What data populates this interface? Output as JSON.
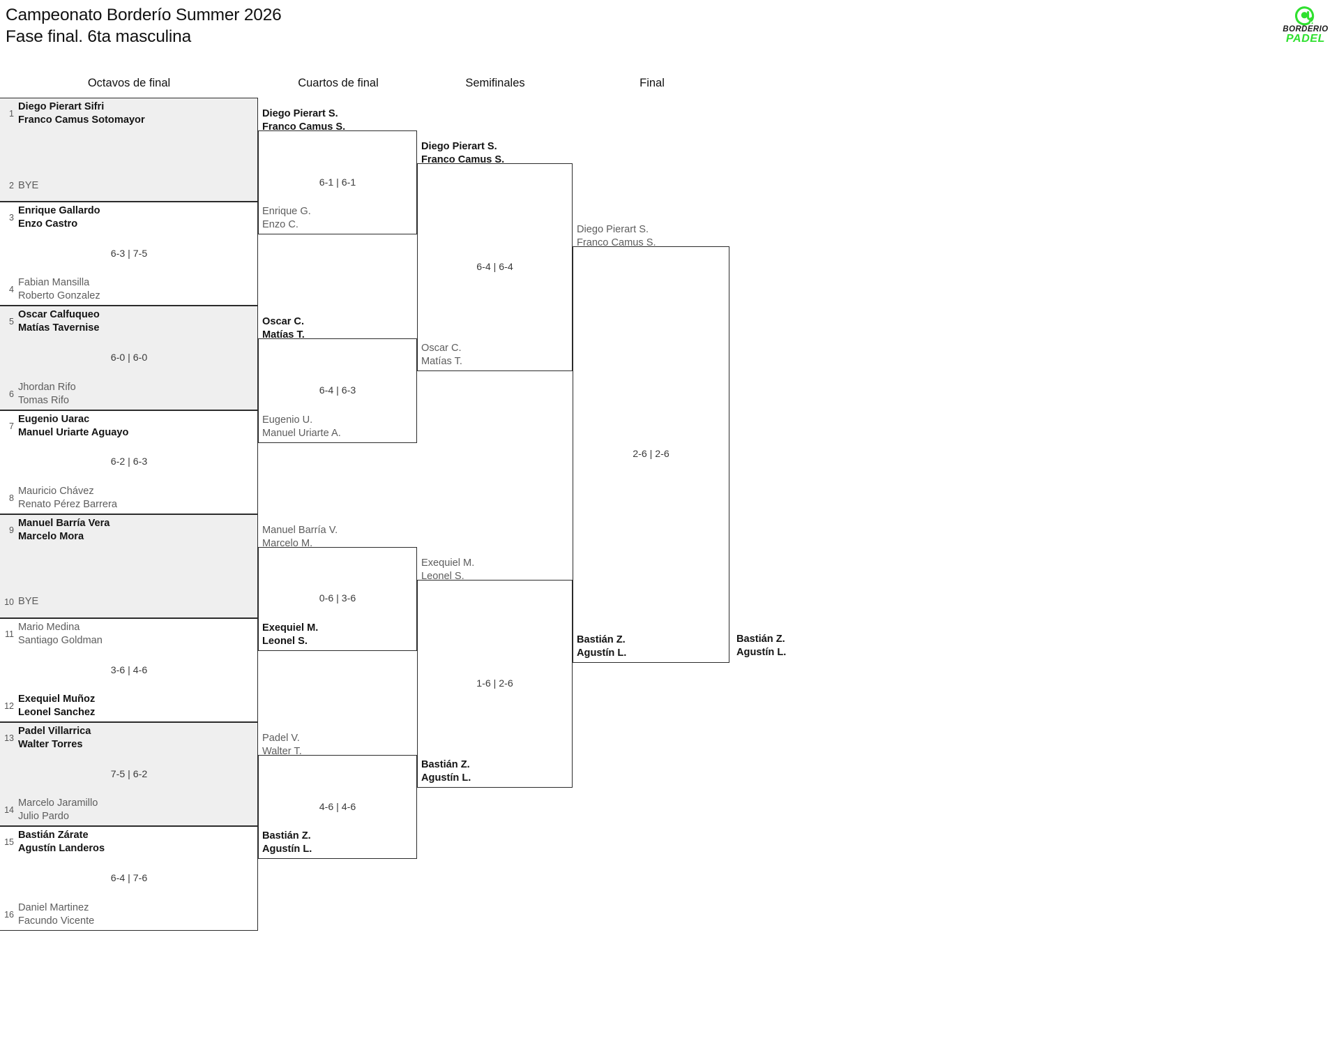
{
  "header": {
    "title_line1": "Campeonato Borderío Summer 2026",
    "title_line2": "Fase final. 6ta masculina",
    "logo": {
      "brand": "BORDERIO",
      "sub": "PADEL",
      "mark": "at-sign-circle-icon",
      "accent": "#2fe02f"
    }
  },
  "rounds": [
    {
      "label": "Octavos de final"
    },
    {
      "label": "Cuartos de final"
    },
    {
      "label": "Semifinales"
    },
    {
      "label": "Final"
    }
  ],
  "round1": [
    {
      "shade": true,
      "score": "",
      "top": {
        "seed": "1",
        "p1": "Diego Pierart Sifri",
        "p2": "Franco Camus Sotomayor",
        "status": "win"
      },
      "bot": {
        "seed": "2",
        "p1": "BYE",
        "p2": "",
        "status": "bye"
      }
    },
    {
      "shade": false,
      "score": "6-3 | 7-5",
      "top": {
        "seed": "3",
        "p1": "Enrique Gallardo",
        "p2": "Enzo Castro",
        "status": "win"
      },
      "bot": {
        "seed": "4",
        "p1": "Fabian Mansilla",
        "p2": "Roberto Gonzalez",
        "status": "lose"
      }
    },
    {
      "shade": true,
      "score": "6-0 | 6-0",
      "top": {
        "seed": "5",
        "p1": "Oscar Calfuqueo",
        "p2": "Matías Tavernise",
        "status": "win"
      },
      "bot": {
        "seed": "6",
        "p1": "Jhordan Rifo",
        "p2": "Tomas Rifo",
        "status": "lose"
      }
    },
    {
      "shade": false,
      "score": "6-2 | 6-3",
      "top": {
        "seed": "7",
        "p1": "Eugenio Uarac",
        "p2": "Manuel Uriarte Aguayo",
        "status": "win"
      },
      "bot": {
        "seed": "8",
        "p1": "Mauricio Chávez",
        "p2": "Renato Pérez Barrera",
        "status": "lose"
      }
    },
    {
      "shade": true,
      "score": "",
      "top": {
        "seed": "9",
        "p1": "Manuel Barría Vera",
        "p2": "Marcelo Mora",
        "status": "win"
      },
      "bot": {
        "seed": "10",
        "p1": "BYE",
        "p2": "",
        "status": "bye"
      }
    },
    {
      "shade": false,
      "score": "3-6 | 4-6",
      "top": {
        "seed": "11",
        "p1": "Mario Medina",
        "p2": "Santiago Goldman",
        "status": "lose"
      },
      "bot": {
        "seed": "12",
        "p1": "Exequiel Muñoz",
        "p2": "Leonel Sanchez",
        "status": "win"
      }
    },
    {
      "shade": true,
      "score": "7-5 | 6-2",
      "top": {
        "seed": "13",
        "p1": "Padel Villarrica",
        "p2": "Walter Torres",
        "status": "win"
      },
      "bot": {
        "seed": "14",
        "p1": "Marcelo Jaramillo",
        "p2": "Julio Pardo",
        "status": "lose"
      }
    },
    {
      "shade": false,
      "score": "6-4 | 7-6",
      "top": {
        "seed": "15",
        "p1": "Bastián Zárate",
        "p2": "Agustín Landeros",
        "status": "win"
      },
      "bot": {
        "seed": "16",
        "p1": "Daniel Martinez",
        "p2": "Facundo Vicente",
        "status": "lose"
      }
    }
  ],
  "round2": [
    {
      "score": "6-1 | 6-1",
      "top": {
        "p1": "Diego Pierart S.",
        "p2": "Franco Camus S.",
        "status": "win"
      },
      "bot": {
        "p1": "Enrique G.",
        "p2": "Enzo C.",
        "status": "lose"
      }
    },
    {
      "score": "6-4 | 6-3",
      "top": {
        "p1": "Oscar C.",
        "p2": "Matías T.",
        "status": "win"
      },
      "bot": {
        "p1": "Eugenio U.",
        "p2": "Manuel Uriarte A.",
        "status": "lose"
      }
    },
    {
      "score": "0-6 | 3-6",
      "top": {
        "p1": "Manuel Barría V.",
        "p2": "Marcelo M.",
        "status": "lose"
      },
      "bot": {
        "p1": "Exequiel M.",
        "p2": "Leonel S.",
        "status": "win"
      }
    },
    {
      "score": "4-6 | 4-6",
      "top": {
        "p1": "Padel V.",
        "p2": "Walter T.",
        "status": "lose"
      },
      "bot": {
        "p1": "Bastián Z.",
        "p2": "Agustín L.",
        "status": "win"
      }
    }
  ],
  "round3": [
    {
      "score": "6-4 | 6-4",
      "top": {
        "p1": "Diego Pierart S.",
        "p2": "Franco Camus S.",
        "status": "win"
      },
      "bot": {
        "p1": "Oscar C.",
        "p2": "Matías T.",
        "status": "lose"
      }
    },
    {
      "score": "1-6 | 2-6",
      "top": {
        "p1": "Exequiel M.",
        "p2": "Leonel S.",
        "status": "lose"
      },
      "bot": {
        "p1": "Bastián Z.",
        "p2": "Agustín L.",
        "status": "win"
      }
    }
  ],
  "round4": [
    {
      "score": "2-6 | 2-6",
      "top": {
        "p1": "Diego Pierart S.",
        "p2": "Franco Camus S.",
        "status": "lose"
      },
      "bot": {
        "p1": "Bastián Z.",
        "p2": "Agustín L.",
        "status": "win"
      }
    }
  ],
  "champion": {
    "p1": "Bastián Z.",
    "p2": "Agustín L."
  }
}
